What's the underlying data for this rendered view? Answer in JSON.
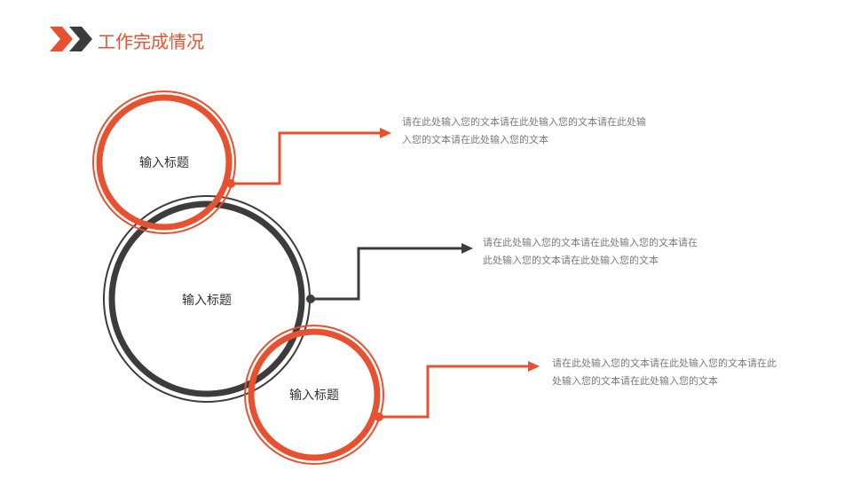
{
  "header": {
    "title": "工作完成情况",
    "icon": "double-chevron-icon"
  },
  "colors": {
    "accent": "#e8512f",
    "dark": "#3d3b3c",
    "text": "#7a7a7a"
  },
  "items": [
    {
      "label": "输入标题",
      "color": "accent",
      "desc_lines": [
        "请在此处输入您的文本请在此处输入您的文本请在此处输",
        "入您的文本请在此处输入您的文本"
      ]
    },
    {
      "label": "输入标题",
      "color": "dark",
      "desc_lines": [
        "请在此处输入您的文本请在此处输入您的文本请在",
        "此处输入您的文本请在此处输入您的文本"
      ]
    },
    {
      "label": "输入标题",
      "color": "accent",
      "desc_lines": [
        "请在此处输入您的文本请在此处输入您的文本请在此",
        "处输入您的文本请在此处输入您的文本"
      ]
    }
  ]
}
